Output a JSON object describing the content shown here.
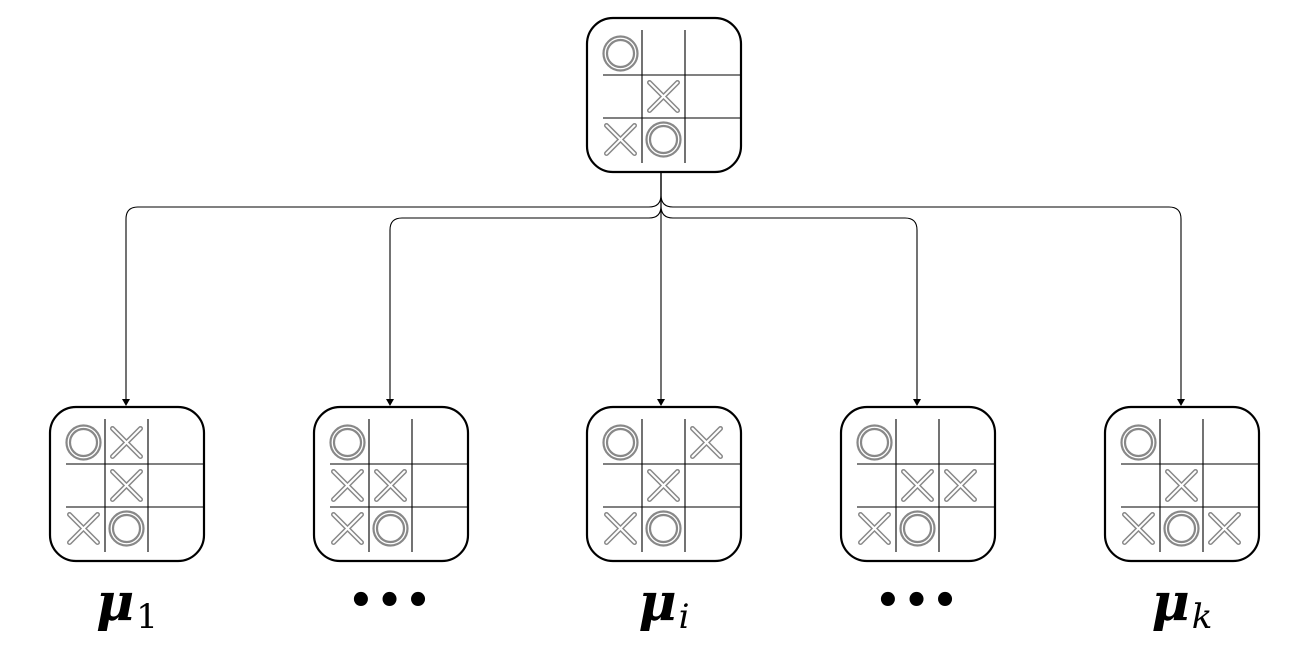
{
  "root": {
    "board": [
      "O",
      "",
      "",
      "",
      "X",
      "",
      "X",
      "O",
      ""
    ]
  },
  "children": [
    {
      "board": [
        "O",
        "X",
        "",
        "",
        "X",
        "",
        "X",
        "O",
        ""
      ],
      "label_symbol": "μ",
      "label_sub": "1",
      "dots": ""
    },
    {
      "board": [
        "O",
        "",
        "",
        "X",
        "X",
        "",
        "X",
        "O",
        ""
      ],
      "label_symbol": "",
      "label_sub": "",
      "dots": "•••"
    },
    {
      "board": [
        "O",
        "",
        "X",
        "",
        "X",
        "",
        "X",
        "O",
        ""
      ],
      "label_symbol": "μ",
      "label_sub": "i",
      "dots": ""
    },
    {
      "board": [
        "O",
        "",
        "",
        "",
        "X",
        "X",
        "X",
        "O",
        ""
      ],
      "label_symbol": "",
      "label_sub": "",
      "dots": "•••"
    },
    {
      "board": [
        "O",
        "",
        "",
        "",
        "X",
        "",
        "X",
        "O",
        "X"
      ],
      "label_symbol": "μ",
      "label_sub": "k",
      "dots": ""
    }
  ],
  "colors": {
    "line": "#000000",
    "mark": "#888888"
  }
}
